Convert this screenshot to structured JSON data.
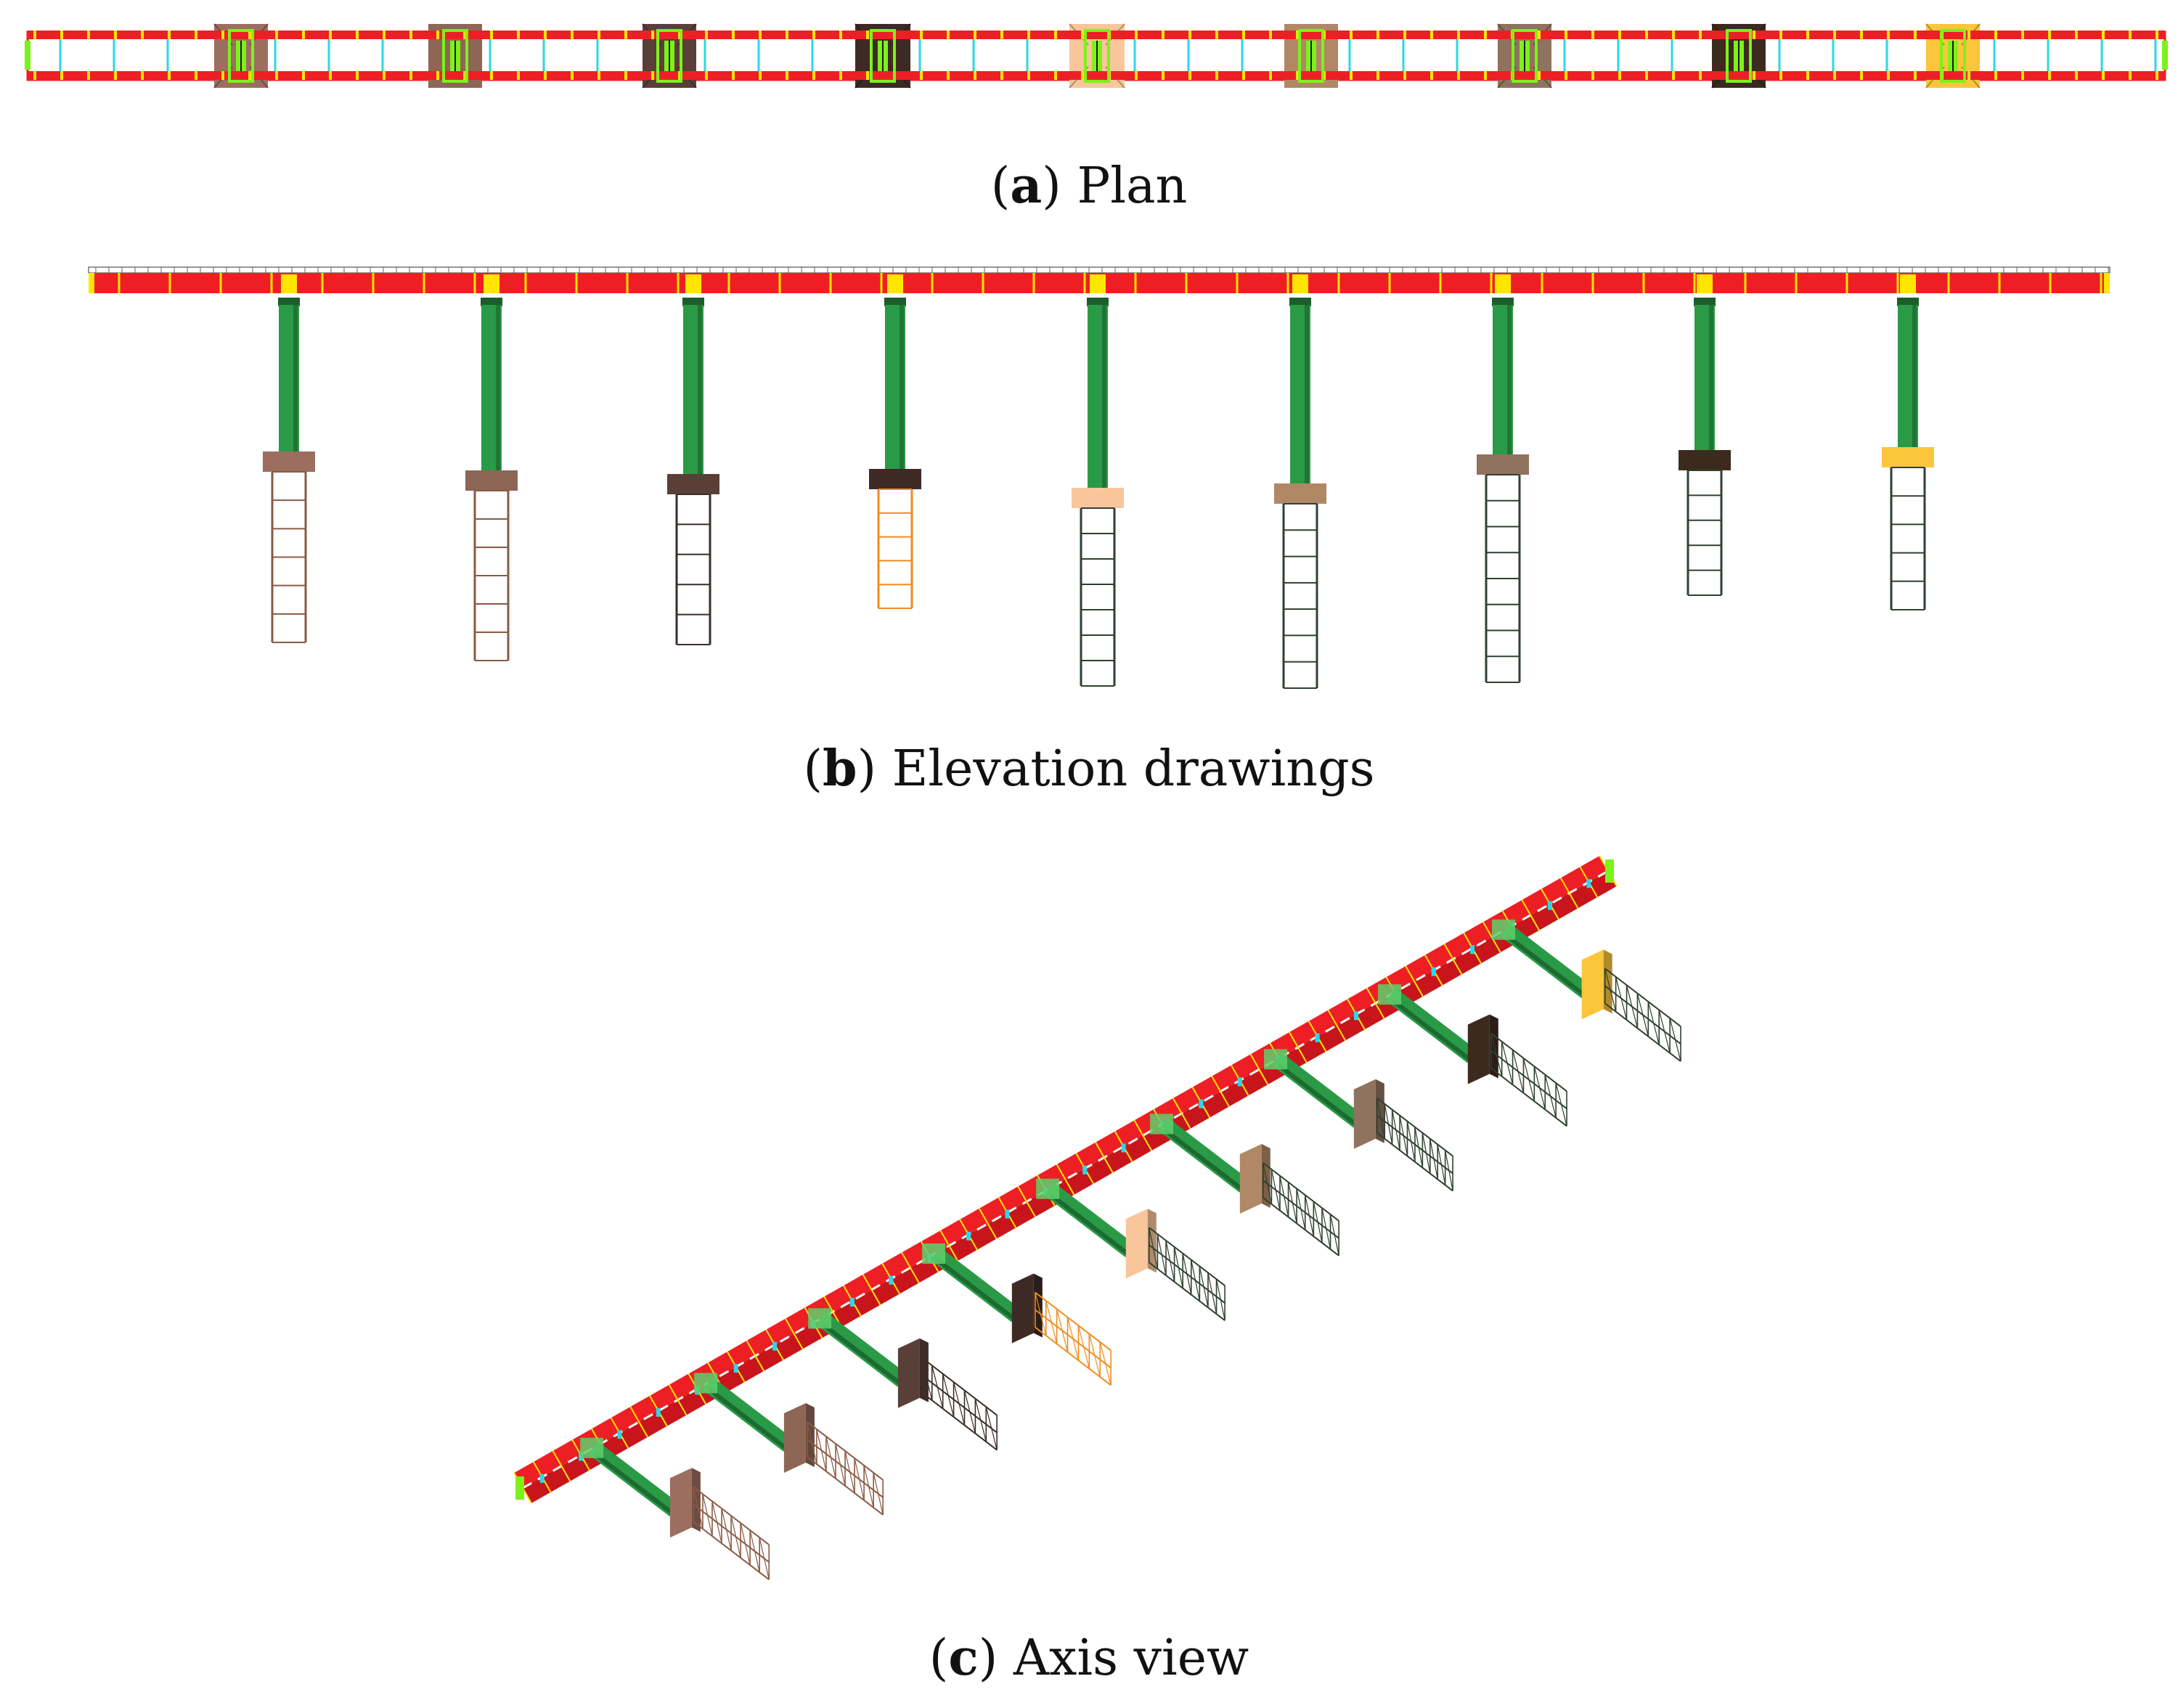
{
  "captions": {
    "a": {
      "letter": "a",
      "text": "Plan"
    },
    "b": {
      "letter": "b",
      "text": "Elevation drawings"
    },
    "c": {
      "letter": "c",
      "text": "Axis view"
    }
  },
  "colors": {
    "girder_red": "#ee1f24",
    "girder_yellow": "#ffe600",
    "pier_green": "#2a9a46",
    "diaphragm_cyan": "#29d9e6",
    "bearing_green": "#7cf21a",
    "pile_dark": "#2f4f2f",
    "pile_orange": "#f08c1e"
  },
  "piers": [
    {
      "cap_color": "#9c6e60",
      "pile_color": "#8a5a44",
      "pile_segments": 6
    },
    {
      "cap_color": "#8d6656",
      "pile_color": "#8a5a44",
      "pile_segments": 6
    },
    {
      "cap_color": "#5a3f38",
      "pile_color": "#3a2e2a",
      "pile_segments": 5
    },
    {
      "cap_color": "#3e2a25",
      "pile_color": "#f08c1e",
      "pile_segments": 5
    },
    {
      "cap_color": "#f8c69a",
      "pile_color": "#2f4030",
      "pile_segments": 7
    },
    {
      "cap_color": "#b08866",
      "pile_color": "#2f4030",
      "pile_segments": 7
    },
    {
      "cap_color": "#8f735e",
      "pile_color": "#2f4030",
      "pile_segments": 8
    },
    {
      "cap_color": "#3d2a1f",
      "pile_color": "#2f4030",
      "pile_segments": 5
    },
    {
      "cap_color": "#fbc63c",
      "pile_color": "#2f4030",
      "pile_segments": 5
    }
  ]
}
